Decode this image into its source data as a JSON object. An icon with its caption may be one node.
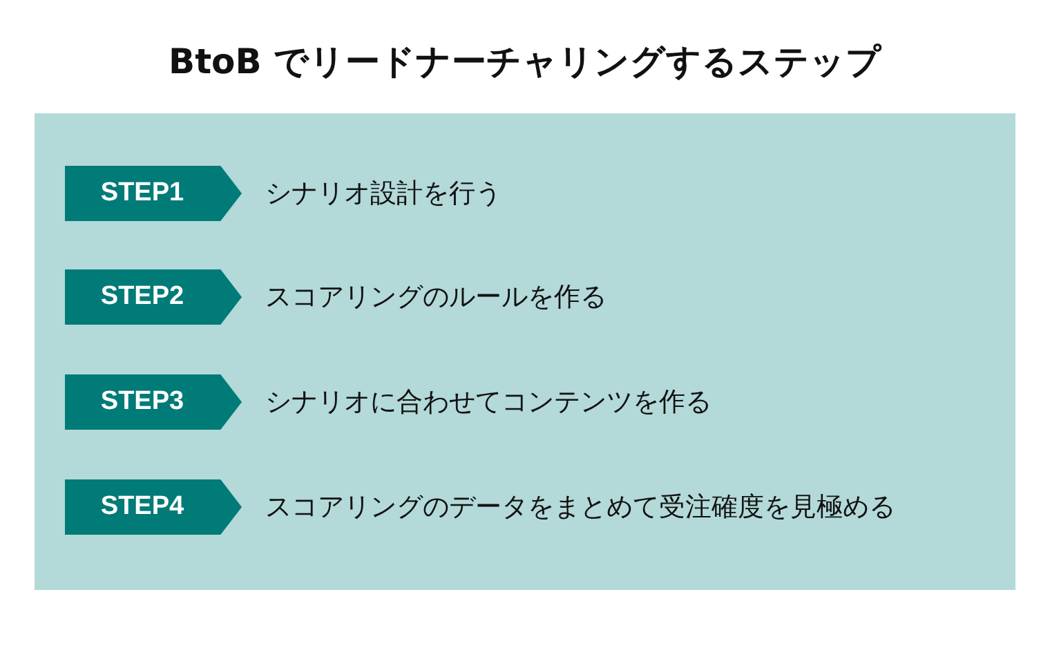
{
  "diagram": {
    "title": "BtoB でリードナーチャリングするステップ",
    "nodes": [
      {
        "text": [],
        "shape": "box"
      },
      {
        "text": [
          "STEP1"
        ],
        "in": 0,
        "beside": [
          "シナリオ設計を行う"
        ]
      },
      {
        "text": [
          "STEP2"
        ],
        "in": 0,
        "beside": [
          "スコアリングのルールを作る"
        ]
      },
      {
        "text": [
          "STEP3"
        ],
        "in": 0,
        "beside": [
          "シナリオに合わせてコンテンツを作る"
        ]
      },
      {
        "text": [
          "STEP4"
        ],
        "in": 0,
        "beside": [
          "スコアリングのデータをまとめて受注確度を見極める"
        ]
      }
    ],
    "edges": []
  }
}
